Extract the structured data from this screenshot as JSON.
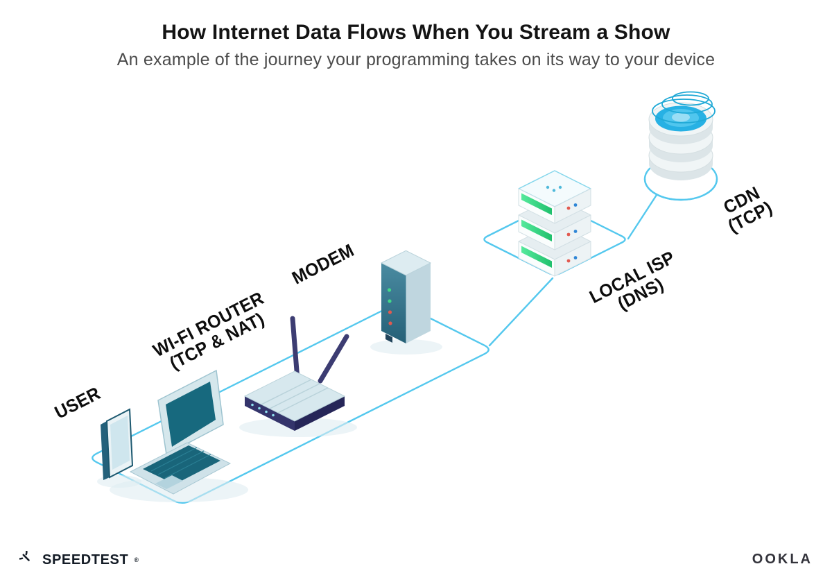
{
  "header": {
    "title": "How Internet Data Flows When You Stream a Show",
    "subtitle": "An example of the journey your programming takes on its way to your device"
  },
  "nodes": {
    "user": {
      "line1": "USER"
    },
    "router": {
      "line1": "WI-FI ROUTER",
      "line2": "(TCP & NAT)"
    },
    "modem": {
      "line1": "MODEM"
    },
    "isp": {
      "line1": "LOCAL ISP",
      "line2": "(DNS)"
    },
    "cdn": {
      "line1": "CDN",
      "line2": "(TCP)"
    }
  },
  "flow_order": [
    "user",
    "router",
    "modem",
    "isp",
    "cdn"
  ],
  "footer": {
    "speedtest": "SPEEDTEST",
    "speedtest_mark": "®",
    "ookla": "OOKLA"
  },
  "colors": {
    "line_blue": "#54c8ee",
    "device_teal_dark": "#17697e",
    "device_teal_light": "#d5e7ec",
    "router_navy": "#34346b",
    "server_green": "#35dd85",
    "led_green": "#42d988",
    "led_red": "#e25a50",
    "dot_blue": "#2f86d6",
    "cdn_blue": "#27b1e4"
  }
}
